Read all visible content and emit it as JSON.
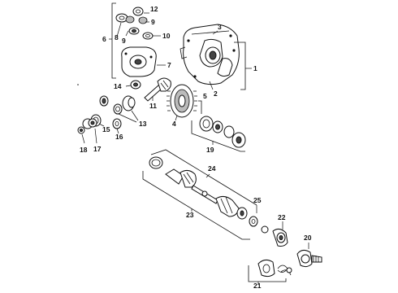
{
  "callouts": {
    "n1": "1",
    "n2": "2",
    "n3": "3",
    "n4": "4",
    "n5": "5",
    "n6": "6",
    "n7": "7",
    "n8": "8",
    "n9a": "9",
    "n9b": "9",
    "n10": "10",
    "n11": "11",
    "n12": "12",
    "n13": "13",
    "n14": "14",
    "n15": "15",
    "n16": "16",
    "n17": "17",
    "n18": "18",
    "n19": "19",
    "n20": "20",
    "n21": "21",
    "n22": "22",
    "n23": "23",
    "n24": "24",
    "n25": "25"
  }
}
